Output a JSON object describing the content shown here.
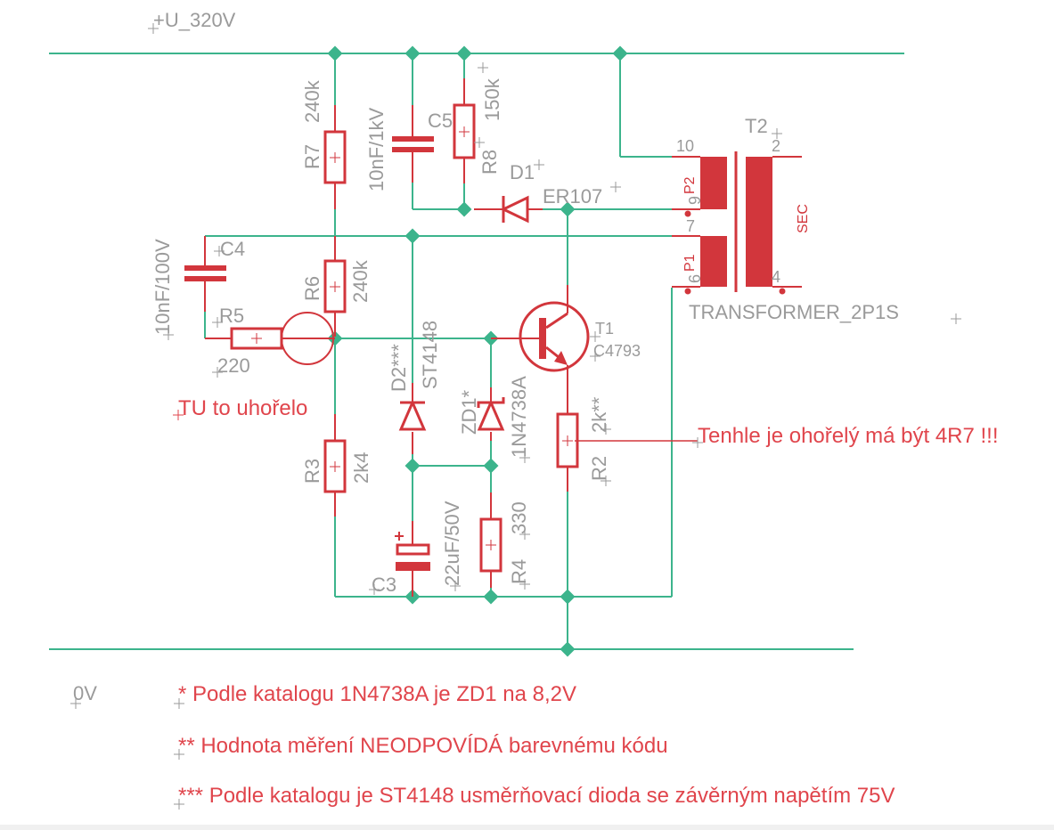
{
  "schematic": {
    "nets": {
      "supply": "+U_320V",
      "ground": "0V"
    },
    "components": {
      "R7": {
        "name": "R7",
        "value": "240k"
      },
      "R6": {
        "name": "R6",
        "value": "240k"
      },
      "R5": {
        "name": "R5",
        "value": "220"
      },
      "R3": {
        "name": "R3",
        "value": "2k4"
      },
      "R4": {
        "name": "R4",
        "value": "330"
      },
      "R8": {
        "name": "R8",
        "value": "150k"
      },
      "R2": {
        "name": "R2",
        "value": "2k**"
      },
      "C5": {
        "name": "C5",
        "value": "10nF/1kV"
      },
      "C4": {
        "name": "C4",
        "value": "10nF/100V"
      },
      "C3": {
        "name": "C3",
        "value": "22uF/50V"
      },
      "D1": {
        "name": "D1",
        "value": "ER107"
      },
      "D2": {
        "name": "D2***",
        "value": "ST4148"
      },
      "ZD1": {
        "name": "ZD1*",
        "value": "1N4738A"
      },
      "T1": {
        "name": "T1",
        "value": "C4793"
      },
      "T2": {
        "name": "T2",
        "value": "TRANSFORMER_2P1S",
        "pins": [
          "10",
          "9",
          "7",
          "6",
          "2",
          "4"
        ],
        "windings": [
          "P2",
          "P1",
          "SEC"
        ]
      }
    },
    "annotations": {
      "burnt_here": "TU to uhořelo",
      "r2_note": "Tenhle je ohořelý má být 4R7 !!!"
    },
    "footnotes": [
      "* Podle katalogu 1N4738A je ZD1 na 8,2V",
      "** Hodnota měření NEODPOVÍDÁ barevnému kódu",
      "*** Podle katalogu je ST4148 usměrňovací dioda se závěrným napětím 75V"
    ],
    "colors": {
      "wire": "#3cb48c",
      "symbol": "#d2363c",
      "label": "#9a9a9a",
      "note": "#e0454c"
    }
  }
}
